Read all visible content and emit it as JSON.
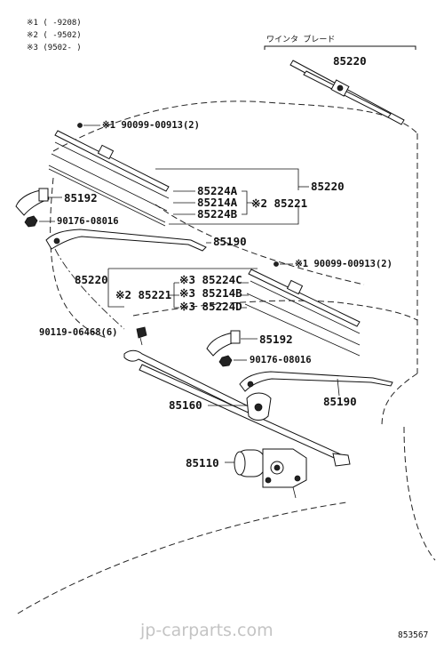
{
  "legend": {
    "note1": "※1 (    -9208)",
    "note2": "※2 (    -9502)",
    "note3": "※3 (9502-     )"
  },
  "header_label": "ワインタ ブレード",
  "parts": {
    "blade_assy_top": "85220",
    "screw_upper": "※1 90099-00913(2)",
    "blade_assy_upper": "85220",
    "rubber_a_upper": "85224A",
    "rubber_214a_upper": "85214A",
    "rubber_b_upper": "85224B",
    "refill_upper": "※2 85221",
    "cap_upper": "85192",
    "nut_upper": "90176-08016",
    "arm_upper": "85190",
    "blade_assy_lower": "85220",
    "screw_lower": "※1 90099-00913(2)",
    "refill_lower": "※2 85221",
    "rubber_c_lower": "※3 85224C",
    "rubber_214b_lower": "※3 85214B",
    "rubber_d_lower": "※3 85224D",
    "bolt_link": "90119-06468(6)",
    "cap_lower": "85192",
    "nut_lower": "90176-08016",
    "arm_lower": "85190",
    "link_assy": "85160",
    "motor": "85110"
  },
  "watermark": "jp-carparts.com",
  "figure_number": "853567"
}
